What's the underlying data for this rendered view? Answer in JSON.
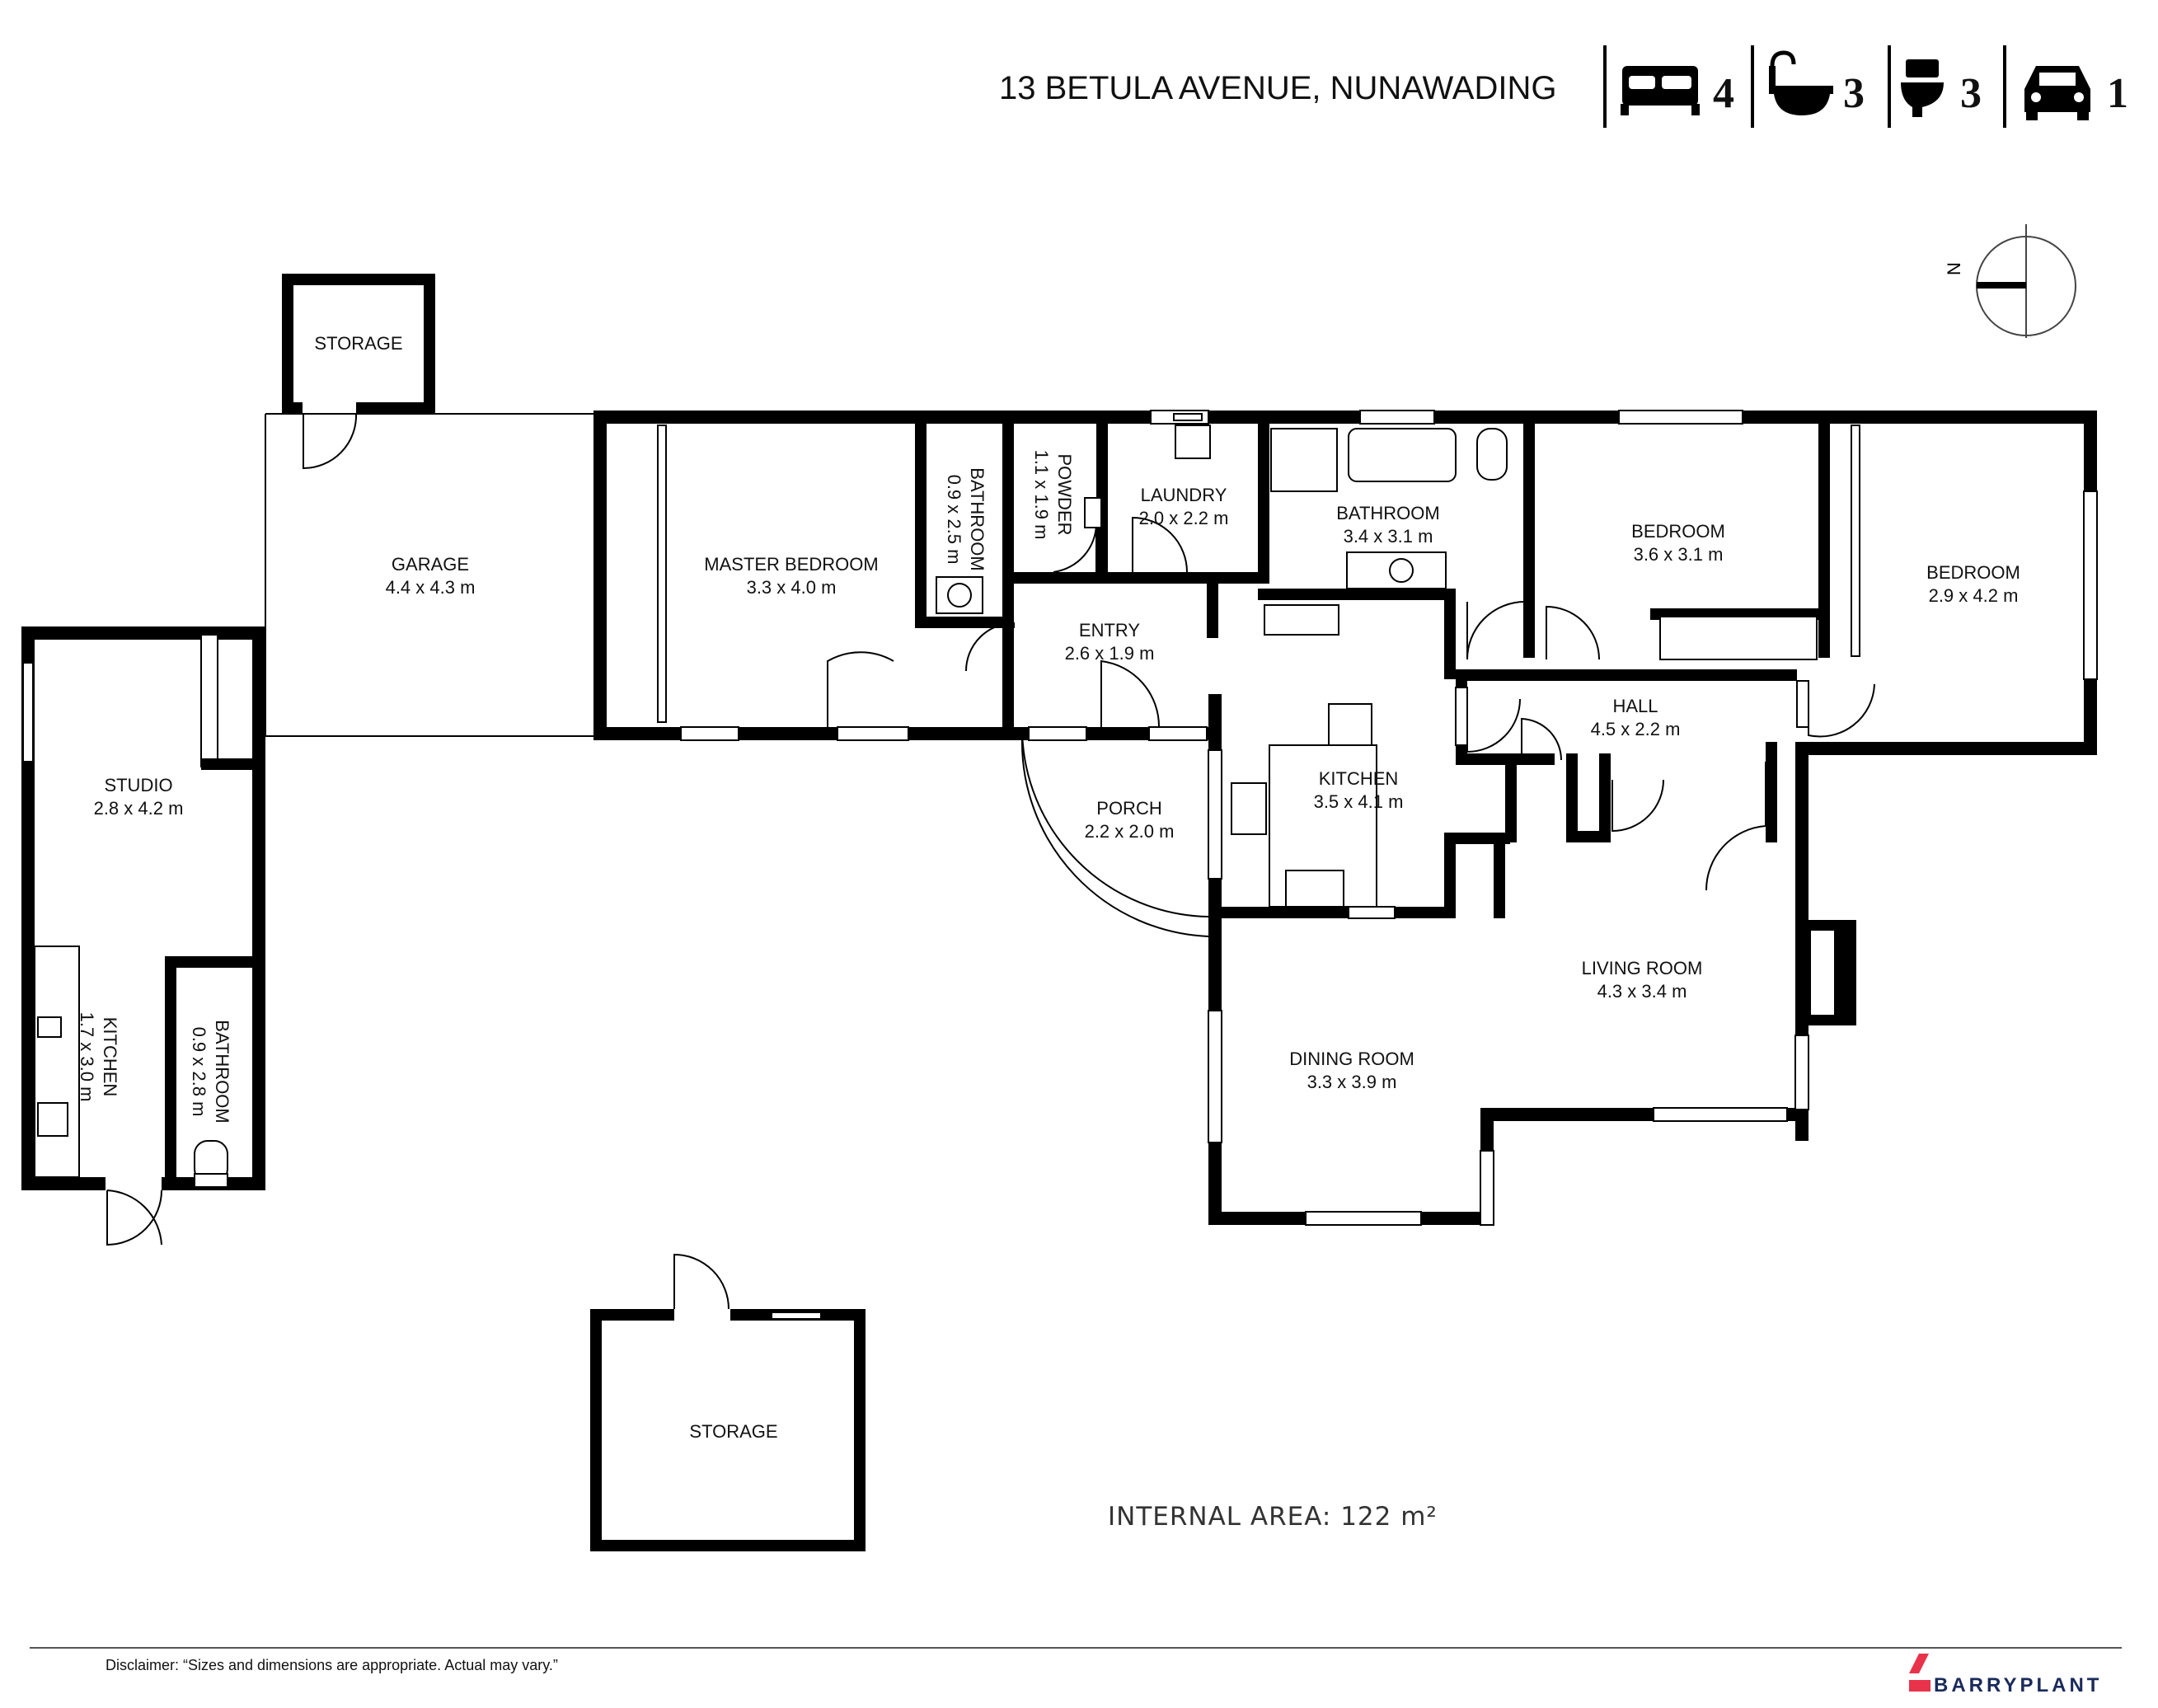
{
  "header": {
    "address": "13 BETULA AVENUE, NUNAWADING",
    "features": [
      {
        "icon": "bed-icon",
        "count": "4"
      },
      {
        "icon": "bath-icon",
        "count": "3"
      },
      {
        "icon": "toilet-icon",
        "count": "3"
      },
      {
        "icon": "car-icon",
        "count": "1"
      }
    ]
  },
  "compass": {
    "letter": "N"
  },
  "rooms": {
    "storage_top": {
      "name": "STORAGE",
      "dims": ""
    },
    "garage": {
      "name": "GARAGE",
      "dims": "4.4 x 4.3 m"
    },
    "master_bedroom": {
      "name": "MASTER BEDROOM",
      "dims": "3.3 x 4.0 m"
    },
    "bathroom_ensuite": {
      "name": "BATHROOM",
      "dims": "0.9 x 2.5 m"
    },
    "powder": {
      "name": "POWDER",
      "dims": "1.1 x 1.9 m"
    },
    "laundry": {
      "name": "LAUNDRY",
      "dims": "2.0 x 2.2 m"
    },
    "bathroom_main": {
      "name": "BATHROOM",
      "dims": "3.4 x 3.1 m"
    },
    "bedroom_2": {
      "name": "BEDROOM",
      "dims": "3.6 x 3.1 m"
    },
    "bedroom_3": {
      "name": "BEDROOM",
      "dims": "2.9 x 4.2 m"
    },
    "entry": {
      "name": "ENTRY",
      "dims": "2.6 x 1.9 m"
    },
    "hall": {
      "name": "HALL",
      "dims": "4.5 x 2.2 m"
    },
    "kitchen": {
      "name": "KITCHEN",
      "dims": "3.5 x 4.1 m"
    },
    "porch": {
      "name": "PORCH",
      "dims": "2.2 x 2.0 m"
    },
    "living_room": {
      "name": "LIVING ROOM",
      "dims": "4.3 x 3.4 m"
    },
    "dining_room": {
      "name": "DINING ROOM",
      "dims": "3.3 x 3.9 m"
    },
    "studio": {
      "name": "STUDIO",
      "dims": "2.8 x 4.2 m"
    },
    "studio_kitchen": {
      "name": "KITCHEN",
      "dims": "1.7 x 3.0 m"
    },
    "studio_bathroom": {
      "name": "BATHROOM",
      "dims": "0.9 x 2.8 m"
    },
    "storage_bottom": {
      "name": "STORAGE",
      "dims": ""
    }
  },
  "internal_area": "INTERNAL AREA: 122 m²",
  "footer": {
    "disclaimer": "Disclaimer: “Sizes and dimensions are appropriate. Actual may vary.”",
    "brand": "BARRYPLANT",
    "brand_color": "#e8334a"
  }
}
